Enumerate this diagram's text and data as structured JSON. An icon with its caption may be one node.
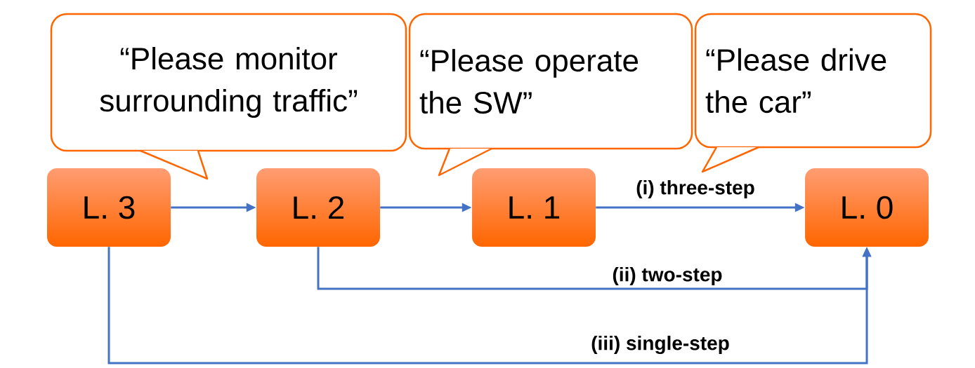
{
  "diagram": {
    "nodes": [
      {
        "text": [
          "L. 3"
        ]
      },
      {
        "text": [
          "L. 2"
        ]
      },
      {
        "text": [
          "L. 1"
        ]
      },
      {
        "text": [
          "L. 0"
        ]
      },
      {
        "text": [
          "“Please monitor surrounding traffic”"
        ]
      },
      {
        "text": [
          "“Please operate the SW”"
        ]
      },
      {
        "text": [
          "“Please drive the car”"
        ]
      }
    ],
    "edges": [
      {
        "from": 0,
        "to": 1,
        "arrow": "to"
      },
      {
        "from": 1,
        "to": 2,
        "arrow": "to"
      },
      {
        "from": 2,
        "to": 3,
        "arrow": "to",
        "label": "(i) three-step"
      },
      {
        "from": 1,
        "to": 3,
        "arrow": "to",
        "label": "(ii) two-step"
      },
      {
        "from": 0,
        "to": 3,
        "arrow": "to",
        "label": "(iii) single-step"
      }
    ]
  }
}
